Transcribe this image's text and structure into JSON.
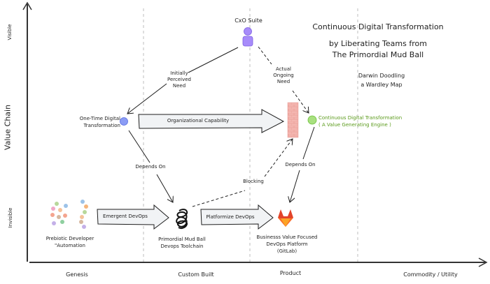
{
  "title": {
    "line1": "Continuous Digital Transformation",
    "line2": "by Liberating Teams from",
    "line3": "The Primordial Mud Ball",
    "sub1": "Darwin Doodling",
    "sub2": "a Wardley Map"
  },
  "axes": {
    "y_label": "Value Chain",
    "y_top": "Visible",
    "y_bottom": "Invisible",
    "x_stages": [
      "Genesis",
      "Custom Built",
      "Product",
      "Commodity / Utility"
    ]
  },
  "components": {
    "cxo": {
      "label": "CxO Suite",
      "icon": "user-icon",
      "color": "#a78bfa"
    },
    "one_time": {
      "line1": "One-Time Digital",
      "line2": "Transformation",
      "color": "#8b9cf5"
    },
    "continuous": {
      "line1": "Continuous Digital Transformation",
      "line2": "( A Value Generating Engine )",
      "color": "#8fd16b"
    },
    "prebiotic": {
      "line1": "Prebiotic Developer",
      "line2": "\"Automation"
    },
    "mudball": {
      "line1": "Primordial Mud Ball",
      "line2": "Devops Toolchain"
    },
    "gitlab": {
      "line1": "Businesss Value Focused",
      "line2": "DevOps Platform",
      "line3": "(GitLab)"
    },
    "wall": {
      "icon": "brick-wall-icon",
      "color": "#f4b6b0"
    }
  },
  "links": {
    "initially_perceived": [
      "Initially",
      "Perceived",
      "Need"
    ],
    "actual_ongoing": [
      "Actual",
      "Ongoing",
      "Need"
    ],
    "depends_on_left": "Depends On",
    "depends_on_right": "Depends On",
    "blocking": "Blocking"
  },
  "arrows": {
    "org_capability": "Organizational Capability",
    "emergent_devops": "Emergent DevOps",
    "platformize_devops": "Platformize DevOps"
  },
  "colors": {
    "ink": "#1e1e1e",
    "divider": "#bdbdbd",
    "arrow_fill": "#f1f3f5",
    "gitlab_dark": "#e24329",
    "gitlab_mid": "#fc6d26",
    "gitlab_light": "#fca326"
  }
}
